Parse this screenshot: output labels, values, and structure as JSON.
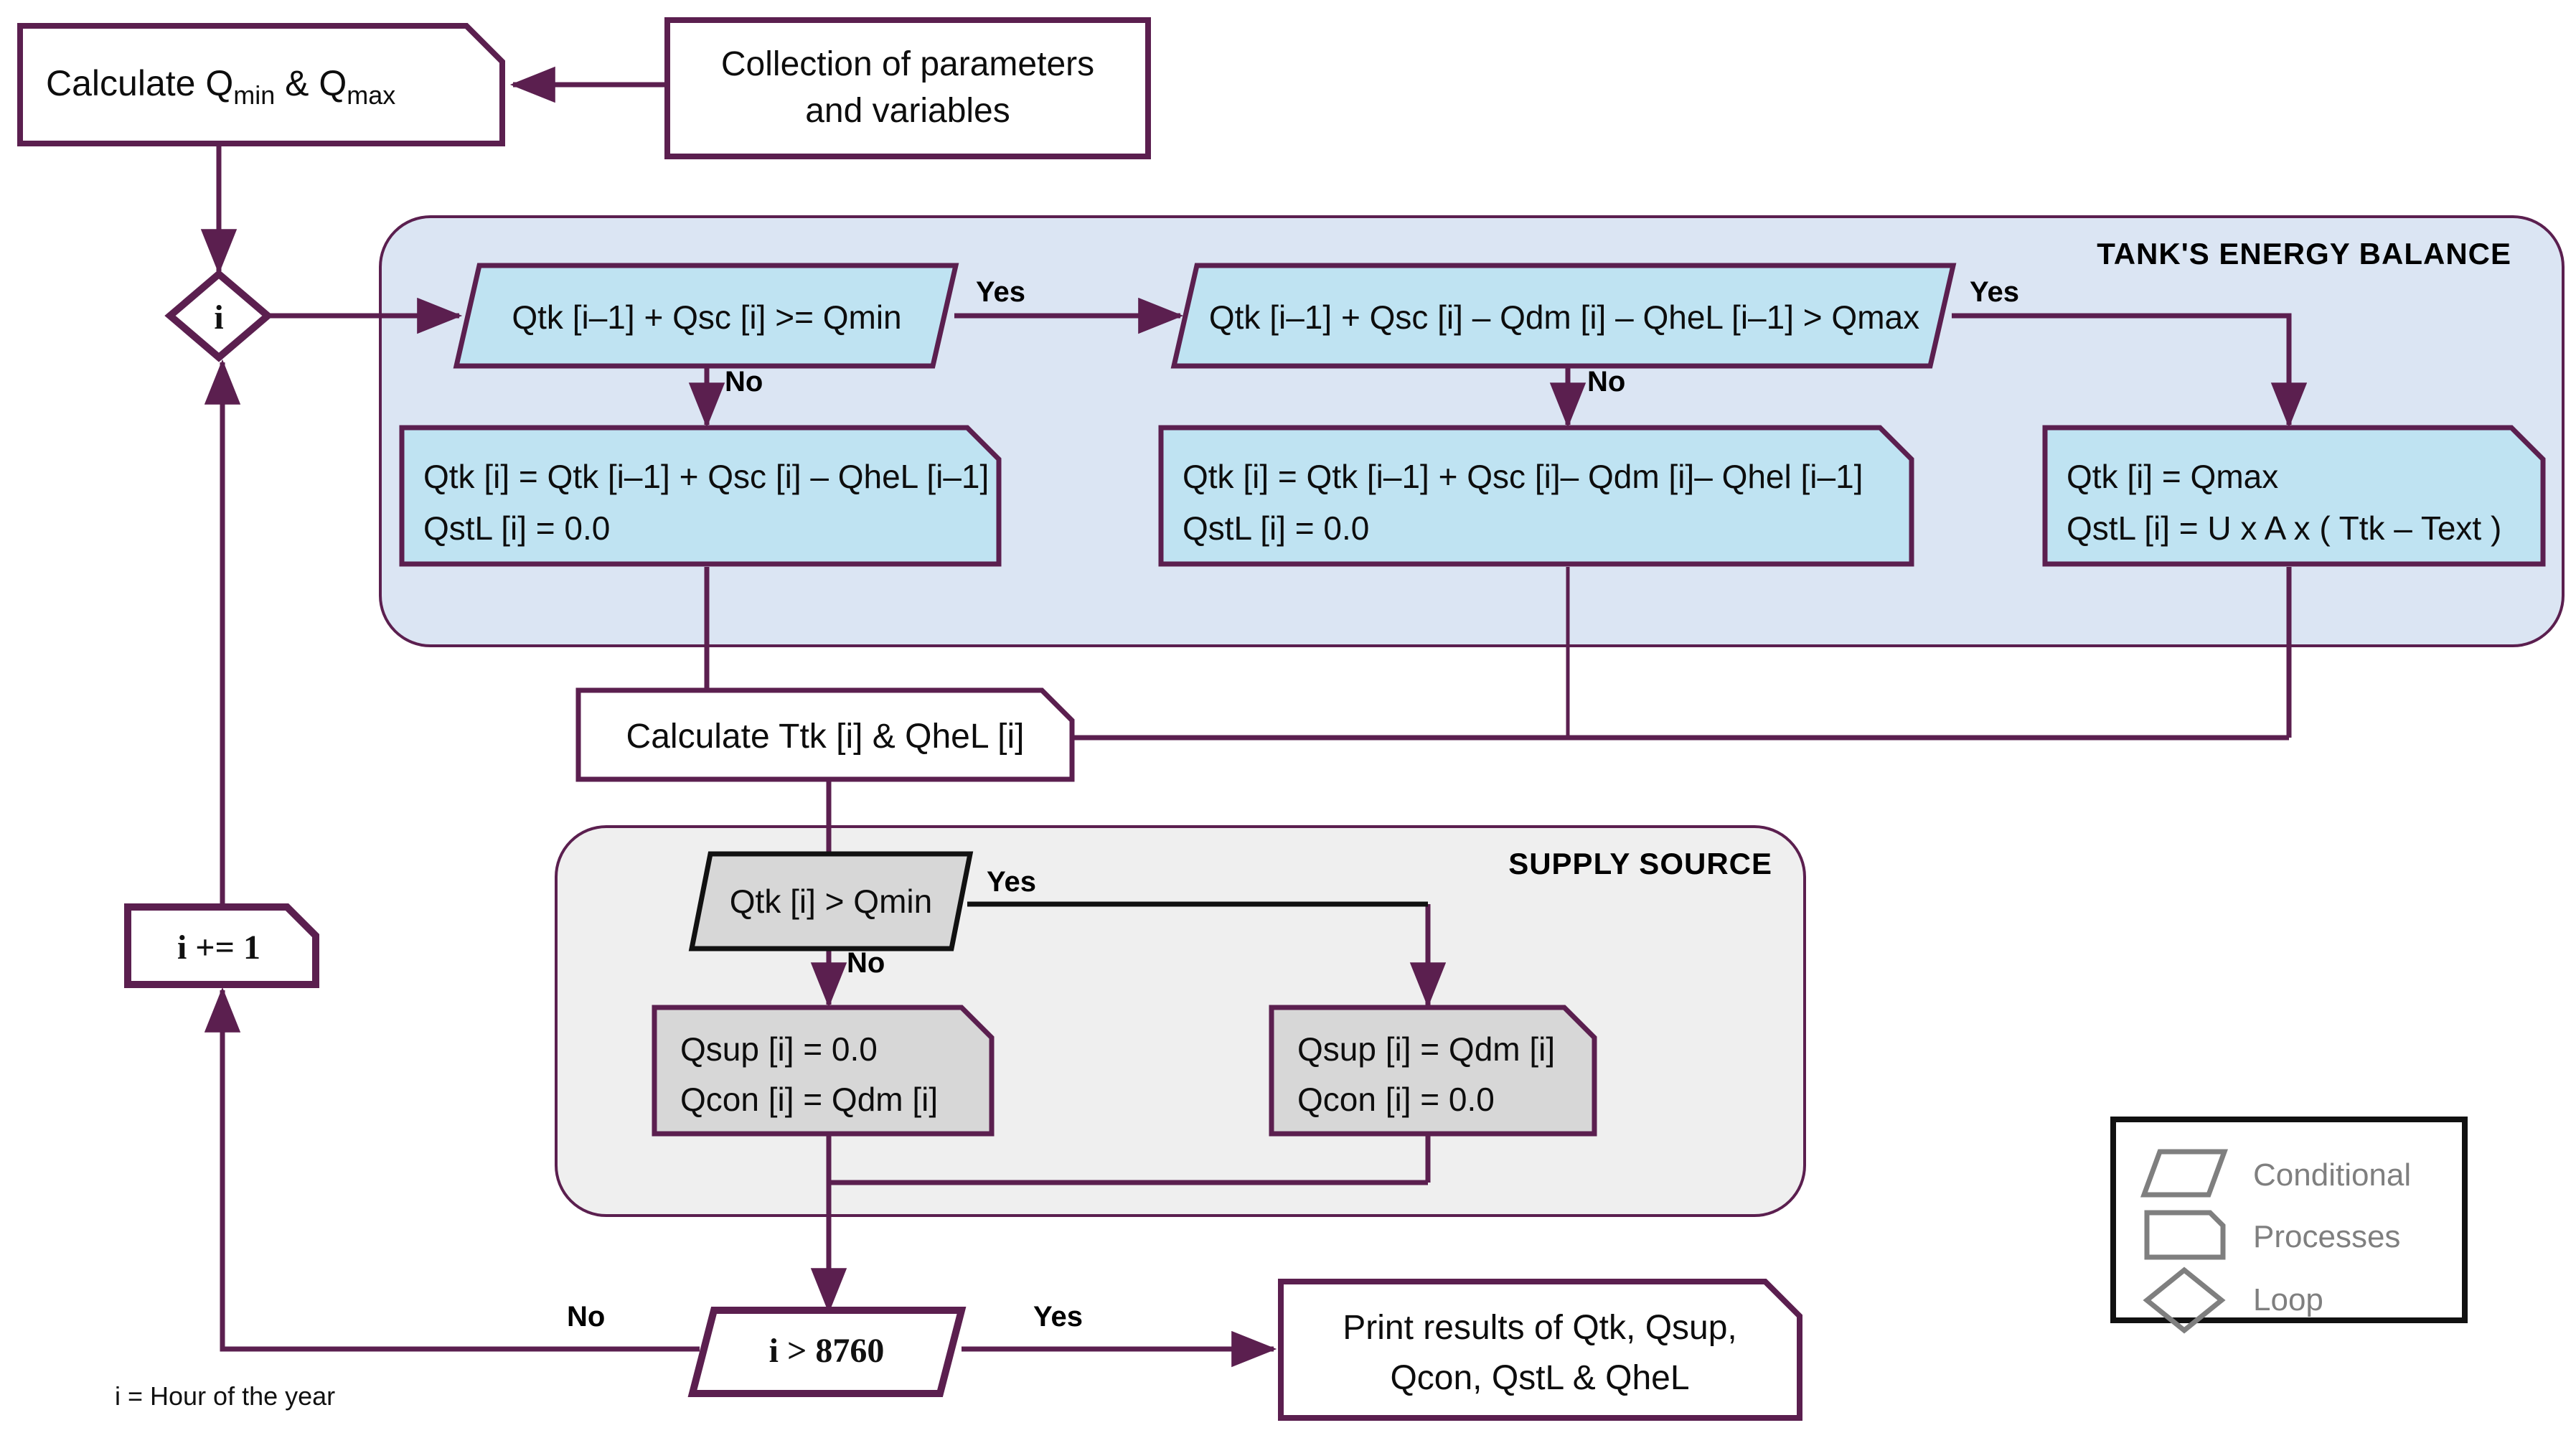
{
  "colors": {
    "stroke_purple": "#5b1f4f",
    "stroke_black": "#111111",
    "tank_group_fill": "#dbe5f3",
    "tank_node_fill": "#bfe3f2",
    "supply_group_fill": "#efefef",
    "supply_node_fill": "#d7d7d7",
    "white": "#ffffff",
    "legend_gray": "#7f7f7f"
  },
  "nodes": {
    "calc_qmin_qmax": {
      "label": "Calculate Q",
      "sub1": "min",
      "mid": " & Q",
      "sub2": "max",
      "shape": "process"
    },
    "collection": {
      "line1": "Collection of parameters",
      "line2": "and variables",
      "shape": "rect"
    },
    "loop_i": {
      "label": "i",
      "shape": "loop"
    },
    "cond1": {
      "text": "Qtk [i–1] + Qsc [i]  >=  Qmin",
      "shape": "conditional"
    },
    "cond2": {
      "text": "Qtk [i–1] + Qsc [i] – Qdm [i] – QheL [i–1] > Qmax",
      "shape": "conditional"
    },
    "proc1": {
      "line1": "Qtk [i] = Qtk [i–1] + Qsc [i] – QheL [i–1]",
      "line2": "QstL [i] = 0.0",
      "shape": "process"
    },
    "proc2": {
      "line1": "Qtk [i] = Qtk [i–1] + Qsc [i]– Qdm [i]– Qhel [i–1]",
      "line2": "QstL [i] = 0.0",
      "shape": "process"
    },
    "proc3": {
      "line1": "Qtk [i] = Qmax",
      "line2": "QstL [i] = U x A x ( Ttk – Text )",
      "shape": "process"
    },
    "calc_ttk": {
      "text": "Calculate Ttk [i] & QheL [i]",
      "shape": "process"
    },
    "cond3": {
      "text": "Qtk [i]  >  Qmin",
      "shape": "conditional"
    },
    "proc4": {
      "line1": "Qsup [i] = 0.0",
      "line2": "Qcon [i] = Qdm [i]",
      "shape": "process"
    },
    "proc5": {
      "line1": "Qsup [i] = Qdm [i]",
      "line2": "Qcon [i] = 0.0",
      "shape": "process"
    },
    "cond4": {
      "text": "i > 8760",
      "shape": "conditional"
    },
    "print_results": {
      "line1": "Print results of Qtk, Qsup,",
      "line2": "Qcon, QstL & QheL",
      "shape": "process"
    },
    "increment": {
      "text": "i += 1",
      "shape": "process"
    }
  },
  "groups": {
    "tank": {
      "title": "TANK'S ENERGY BALANCE"
    },
    "supply": {
      "title": "SUPPLY SOURCE"
    }
  },
  "edge_labels": {
    "yes1": "Yes",
    "no1": "No",
    "yes2": "Yes",
    "no2": "No",
    "yes3": "Yes",
    "no3": "No",
    "yes4": "Yes",
    "no4": "No"
  },
  "legend": {
    "items": [
      {
        "shape": "parallelogram",
        "label": "Conditional"
      },
      {
        "shape": "process-box",
        "label": "Processes"
      },
      {
        "shape": "diamond",
        "label": "Loop"
      }
    ]
  },
  "caption": {
    "text": "i = Hour of the year"
  }
}
